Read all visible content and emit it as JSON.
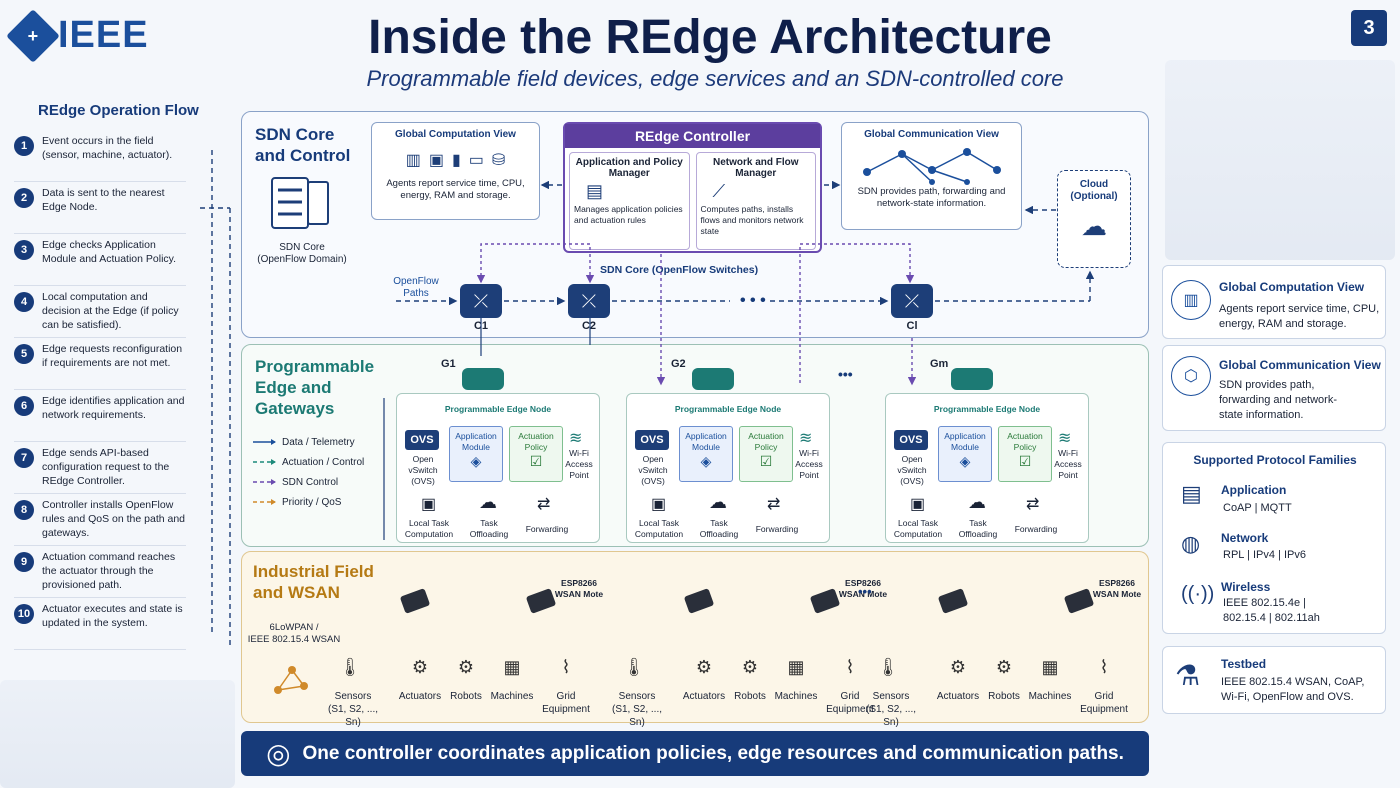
{
  "header": {
    "logo_text": "IEEE",
    "title": "Inside the REdge Architecture",
    "subtitle": "Programmable field devices, edge services and an SDN-controlled core",
    "page_number": "3"
  },
  "flow": {
    "title": "REdge Operation Flow",
    "steps": [
      {
        "num": "1",
        "text": "Event occurs in the field (sensor, machine, actuator)."
      },
      {
        "num": "2",
        "text": "Data is sent to the nearest Edge Node."
      },
      {
        "num": "3",
        "text": "Edge checks Application Module and Actuation Policy."
      },
      {
        "num": "4",
        "text": "Local computation and decision at the Edge (if policy can be satisfied)."
      },
      {
        "num": "5",
        "text": "Edge requests reconfiguration if requirements are not met."
      },
      {
        "num": "6",
        "text": "Edge identifies application and network requirements."
      },
      {
        "num": "7",
        "text": "Edge sends API-based configuration request to the REdge Controller."
      },
      {
        "num": "8",
        "text": "Controller installs OpenFlow rules and QoS on the path and gateways."
      },
      {
        "num": "9",
        "text": "Actuation command reaches the actuator through the provisioned path."
      },
      {
        "num": "10",
        "text": "Actuator executes and state is updated in the system."
      }
    ]
  },
  "sdn": {
    "title_line1": "SDN Core",
    "title_line2": "and Control",
    "core_label_line1": "SDN Core",
    "core_label_line2": "(OpenFlow Domain)",
    "gcv_title": "Global Computation View",
    "gcv_text": "Agents report service time, CPU, energy, RAM and storage.",
    "gcomm_title": "Global Communication View",
    "gcomm_text": "SDN provides path, forwarding and network-state information.",
    "controller_title": "REdge Controller",
    "apm_title": "Application and Policy Manager",
    "apm_text": "Manages application policies and actuation rules",
    "nfm_title": "Network and Flow Manager",
    "nfm_text": "Computes paths, installs flows and monitors network state",
    "cloud_label": "Cloud (Optional)",
    "openflow_paths": "OpenFlow Paths",
    "switches_label": "SDN Core (OpenFlow Switches)",
    "switches": [
      "C1",
      "C2",
      "Cl"
    ],
    "ellipsis": "• • •"
  },
  "edge": {
    "title_line1": "Programmable",
    "title_line2": "Edge and",
    "title_line3": "Gateways",
    "legend": [
      {
        "label": "Data / Telemetry",
        "color": "#1b4f9c"
      },
      {
        "label": "Actuation / Control",
        "color": "#1c8a7a"
      },
      {
        "label": "SDN Control",
        "color": "#6a4bb0"
      },
      {
        "label": "Priority / QoS",
        "color": "#d08a2a"
      }
    ],
    "nodes": [
      {
        "gateway": "G1",
        "title": "Programmable Edge Node",
        "ovs": "OVS",
        "ovs_label": "Open vSwitch (OVS)",
        "app_module": "Application Module",
        "act_policy": "Actuation Policy",
        "wifi": "Wi-Fi Access Point",
        "local": "Local Task Computation",
        "offload": "Task Offloading",
        "forward": "Forwarding"
      },
      {
        "gateway": "G2",
        "title": "Programmable Edge Node",
        "ovs": "OVS",
        "ovs_label": "Open vSwitch (OVS)",
        "app_module": "Application Module",
        "act_policy": "Actuation Policy",
        "wifi": "Wi-Fi Access Point",
        "local": "Local Task Computation",
        "offload": "Task Offloading",
        "forward": "Forwarding"
      },
      {
        "gateway": "Gm",
        "title": "Programmable Edge Node",
        "ovs": "OVS",
        "ovs_label": "Open vSwitch (OVS)",
        "app_module": "Application Module",
        "act_policy": "Actuation Policy",
        "wifi": "Wi-Fi Access Point",
        "local": "Local Task Computation",
        "offload": "Task Offloading",
        "forward": "Forwarding"
      }
    ],
    "ellipsis": "•••"
  },
  "field": {
    "title_line1": "Industrial Field",
    "title_line2": "and WSAN",
    "wsan_line1": "6LoWPAN /",
    "wsan_line2": "IEEE 802.15.4 WSAN",
    "mote_line1": "ESP8266",
    "mote_line2": "WSAN Mote",
    "ellipsis": "•••",
    "devices": [
      {
        "label": "Sensors",
        "sub": "(S1, S2, ..., Sn)"
      },
      {
        "label": "Actuators",
        "sub": ""
      },
      {
        "label": "Robots",
        "sub": ""
      },
      {
        "label": "Machines",
        "sub": ""
      },
      {
        "label": "Grid",
        "sub": "Equipment"
      }
    ]
  },
  "right": {
    "gcv_title": "Global Computation View",
    "gcv_text": "Agents report service time, CPU, energy, RAM and storage.",
    "gcomm_title": "Global Communication View",
    "gcomm_text": "SDN provides path, forwarding and network-state information.",
    "protocols_title": "Supported Protocol Families",
    "app_title": "Application",
    "app_text": "CoAP  |  MQTT",
    "net_title": "Network",
    "net_text": "RPL  |  IPv4  |  IPv6",
    "wl_title": "Wireless",
    "wl_text1": "IEEE 802.15.4e  |",
    "wl_text2": "802.15.4  |  802.11ah",
    "testbed_title": "Testbed",
    "testbed_text": "IEEE 802.15.4 WSAN, CoAP, Wi-Fi, OpenFlow and OVS."
  },
  "banner": {
    "text": "One controller coordinates application policies, edge resources and communication paths."
  },
  "colors": {
    "navy": "#173b7a",
    "purple": "#5c3e9e",
    "teal": "#1c7a74",
    "gold": "#c58a1e"
  }
}
